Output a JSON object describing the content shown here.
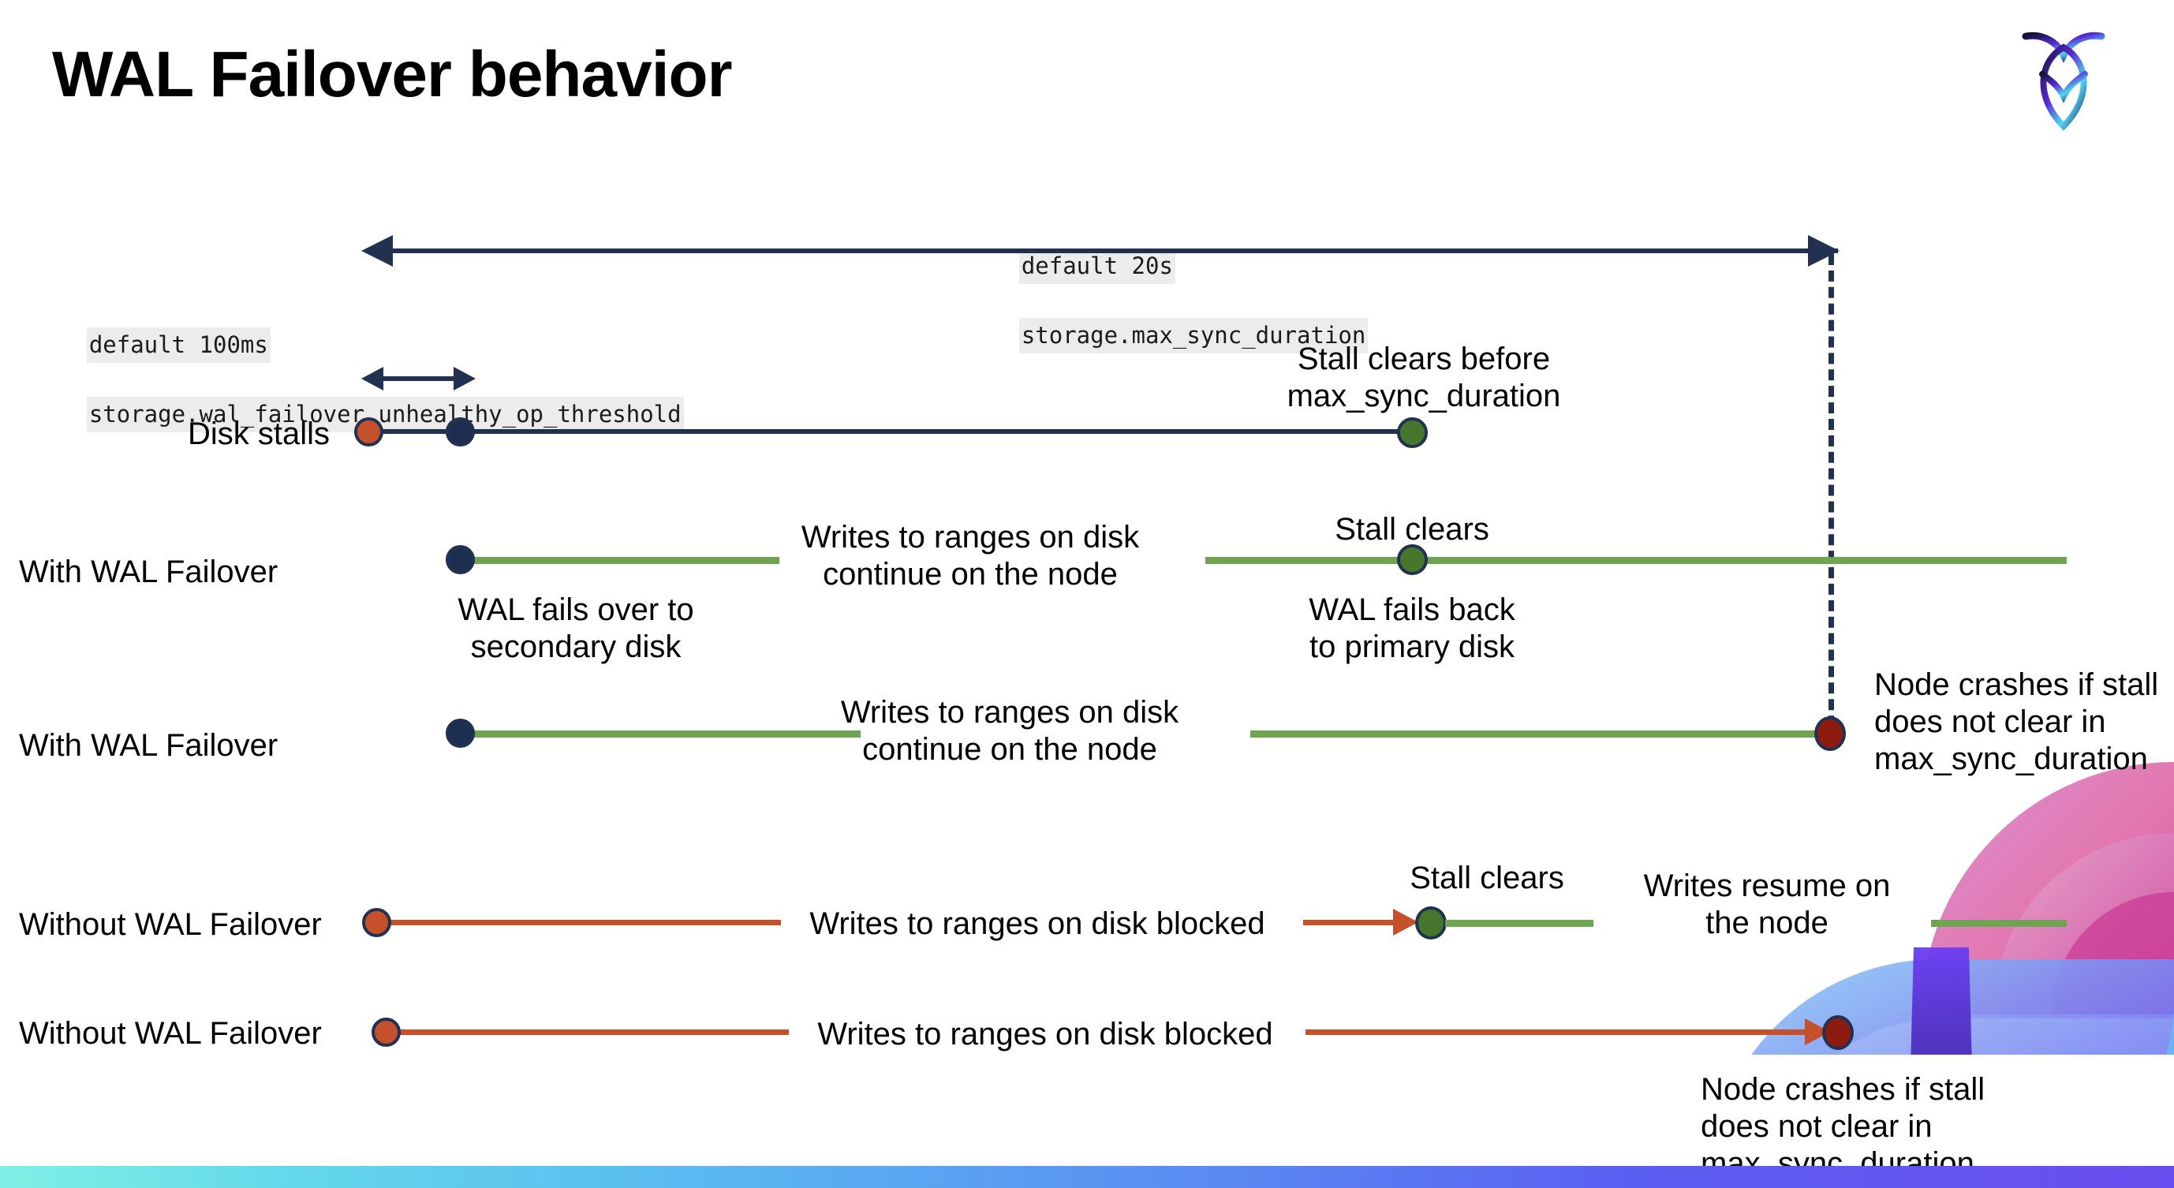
{
  "title": "WAL Failover behavior",
  "logo": {
    "name": "cockroachdb-logo"
  },
  "annotations": {
    "top": {
      "line1": "default 20s",
      "line2": "storage.max_sync_duration"
    },
    "left": {
      "line1": "default 100ms",
      "line2": "storage.wal_failover.unhealthy_op_threshold"
    }
  },
  "lanes": [
    {
      "label": "Disk stalls"
    },
    {
      "label": "With WAL Failover"
    },
    {
      "label": "With WAL Failover"
    },
    {
      "label": "Without WAL Failover"
    },
    {
      "label": "Without WAL Failover"
    }
  ],
  "notes": {
    "stall_clears_before": "Stall clears before\nmax_sync_duration",
    "writes_continue_1": "Writes to ranges on disk\ncontinue on the node",
    "stall_clears_2": "Stall clears",
    "wal_fails_over": "WAL fails over to\nsecondary disk",
    "wal_fails_back": "WAL fails  back\nto primary disk",
    "writes_continue_2": "Writes to ranges on disk\ncontinue on the node",
    "node_crashes_1": "Node crashes if stall\ndoes not clear in\nmax_sync_duration",
    "stall_clears_3": "Stall clears",
    "writes_blocked_1": "Writes to ranges on disk  blocked",
    "writes_resume": "Writes resume on\nthe node",
    "writes_blocked_2": "Writes to ranges on disk  blocked",
    "node_crashes_2": "Node crashes if stall\ndoes not clear in\nmax_sync_duration"
  },
  "colors": {
    "navy": "#22314f",
    "green": "#70a352",
    "green_dot": "#45772c",
    "red": "#c4512c",
    "dark_red": "#8e1b10",
    "code_bg": "#ececec"
  }
}
